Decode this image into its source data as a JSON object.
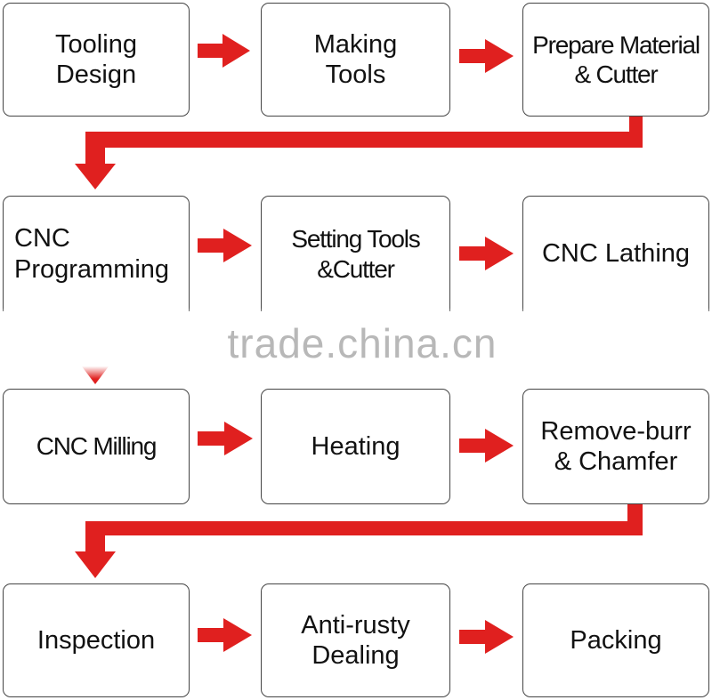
{
  "diagram": {
    "accent_color": "#e0201f",
    "box_border_color": "#444444",
    "steps": [
      {
        "id": "tooling-design",
        "label": "Tooling\nDesign"
      },
      {
        "id": "making-tools",
        "label": "Making\nTools"
      },
      {
        "id": "prepare-material",
        "label": "Prepare Material\n& Cutter"
      },
      {
        "id": "cnc-programming",
        "label": "CNC\nProgramming"
      },
      {
        "id": "setting-tools",
        "label": "Setting Tools\n&Cutter"
      },
      {
        "id": "cnc-lathing",
        "label": "CNC Lathing"
      },
      {
        "id": "cnc-milling",
        "label": "CNC Milling"
      },
      {
        "id": "heating",
        "label": "Heating"
      },
      {
        "id": "remove-burr",
        "label": "Remove-burr\n& Chamfer"
      },
      {
        "id": "inspection",
        "label": "Inspection"
      },
      {
        "id": "anti-rusty",
        "label": "Anti-rusty\nDealing"
      },
      {
        "id": "packing",
        "label": "Packing"
      }
    ],
    "flow": [
      [
        "tooling-design",
        "making-tools"
      ],
      [
        "making-tools",
        "prepare-material"
      ],
      [
        "prepare-material",
        "cnc-programming"
      ],
      [
        "cnc-programming",
        "setting-tools"
      ],
      [
        "setting-tools",
        "cnc-lathing"
      ],
      [
        "cnc-programming",
        "cnc-milling"
      ],
      [
        "cnc-milling",
        "heating"
      ],
      [
        "heating",
        "remove-burr"
      ],
      [
        "remove-burr",
        "inspection"
      ],
      [
        "inspection",
        "anti-rusty"
      ],
      [
        "anti-rusty",
        "packing"
      ]
    ]
  },
  "watermark": {
    "text": "trade.china.cn"
  }
}
